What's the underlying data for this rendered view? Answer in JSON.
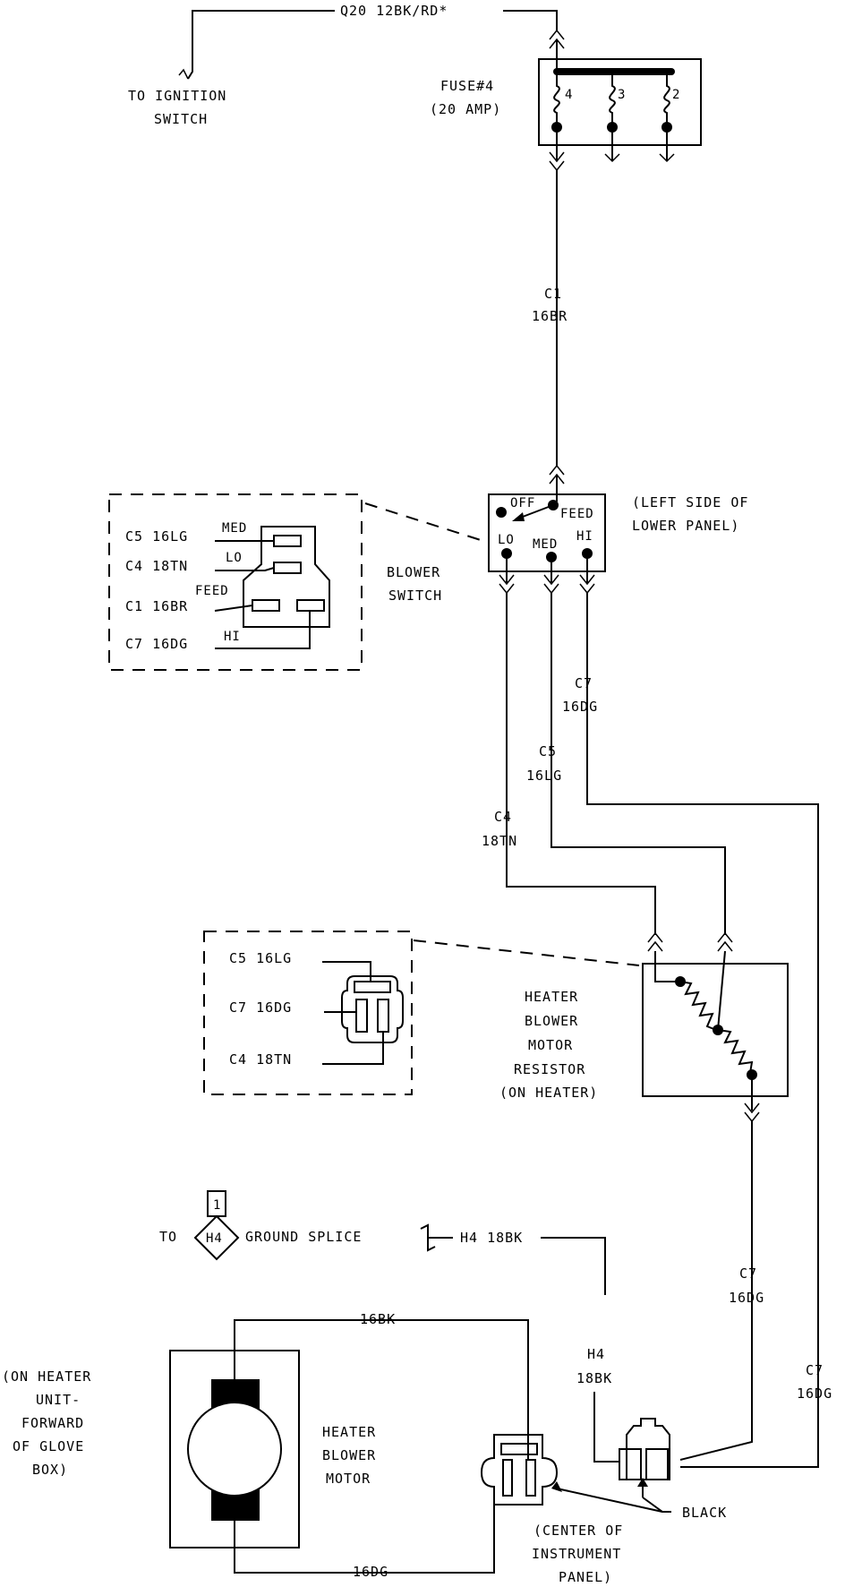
{
  "top": {
    "wire_label": "Q20 12BK/RD*",
    "ignition_line1": "TO IGNITION",
    "ignition_line2": "SWITCH"
  },
  "fuse": {
    "label_line1": "FUSE#4",
    "label_line2": "(20 AMP)",
    "terminals": [
      "4",
      "3",
      "2"
    ]
  },
  "wire_c1": {
    "code": "C1",
    "gauge": "16BR"
  },
  "blower_switch": {
    "positions": {
      "off": "OFF",
      "feed": "FEED",
      "lo": "LO",
      "med": "MED",
      "hi": "HI"
    },
    "location_line1": "(LEFT SIDE OF",
    "location_line2": "LOWER PANEL)",
    "name_line1": "BLOWER",
    "name_line2": "SWITCH",
    "inset_wires": [
      "C5 16LG",
      "C4 18TN",
      "C1 16BR",
      "C7 16DG"
    ],
    "inset_terms": {
      "med": "MED",
      "lo": "LO",
      "feed": "FEED",
      "hi": "HI"
    }
  },
  "wire_c7_upper": {
    "code": "C7",
    "gauge": "16DG"
  },
  "wire_c5": {
    "code": "C5",
    "gauge": "16LG"
  },
  "wire_c4": {
    "code": "C4",
    "gauge": "18TN"
  },
  "resistor": {
    "name_lines": [
      "HEATER",
      "BLOWER",
      "MOTOR",
      "RESISTOR",
      "(ON HEATER)"
    ],
    "inset_wires": [
      "C5 16LG",
      "C7 16DG",
      "C4 18TN"
    ]
  },
  "ground": {
    "to": "TO",
    "splice_id": "H4",
    "splice_pin": "1",
    "splice_label": "GROUND SPLICE",
    "wire": "H4 18BK"
  },
  "wire_c7_lower": {
    "code": "C7",
    "gauge": "16DG"
  },
  "wire_h4": {
    "code": "H4",
    "gauge": "18BK"
  },
  "wire_c7_right": {
    "code": "C7",
    "gauge": "16DG"
  },
  "motor": {
    "wire_top": "16BK",
    "wire_bottom": "16DG",
    "name_lines": [
      "HEATER",
      "BLOWER",
      "MOTOR"
    ],
    "location_lines": [
      "(ON HEATER",
      "UNIT-",
      "FORWARD",
      "OF GLOVE",
      "BOX)"
    ]
  },
  "connector": {
    "color_label": "BLACK",
    "location_lines": [
      "(CENTER OF",
      "INSTRUMENT",
      "PANEL)"
    ]
  }
}
